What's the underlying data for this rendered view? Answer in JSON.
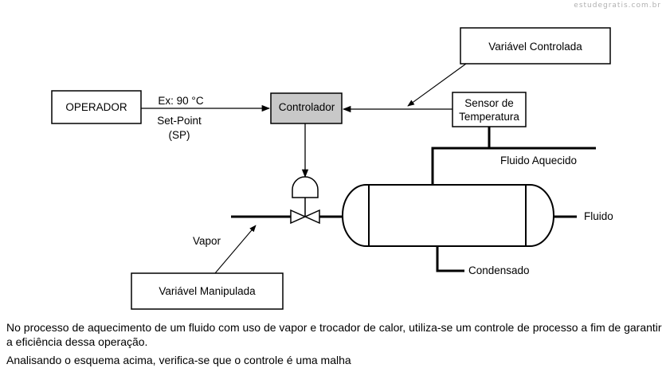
{
  "watermark": "estudegratis.com.br",
  "diagram": {
    "operador": "OPERADOR",
    "sp_value": "Ex: 90 °C",
    "sp_label": "Set-Point",
    "sp_abbrev": "(SP)",
    "controlador": "Controlador",
    "sensor_line1": "Sensor de",
    "sensor_line2": "Temperatura",
    "variavel_controlada": "Variável Controlada",
    "fluido_aquecido": "Fluido Aquecido",
    "fluido": "Fluido",
    "condensado": "Condensado",
    "vapor": "Vapor",
    "variavel_manipulada": "Variável Manipulada",
    "colors": {
      "controller_fill": "#c8c8c8",
      "stroke": "#000000"
    }
  },
  "question": {
    "paragraph1": "No processo de aquecimento de um fluido com uso de vapor e trocador de calor, utiliza-se um controle de processo a fim de garantir a eficiência dessa operação.",
    "paragraph2": "Analisando o esquema acima, verifica-se que o controle é uma malha"
  }
}
